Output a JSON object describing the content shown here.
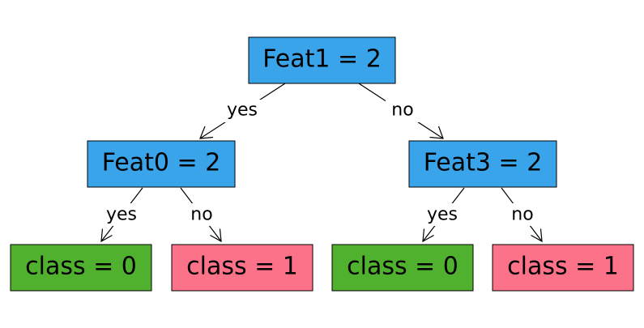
{
  "colors": {
    "decision": "#3aa4ea",
    "class_0": "#50b12f",
    "class_1": "#fb7289"
  },
  "nodes": [
    {
      "id": "root",
      "text": "Feat1 = 2",
      "kind": "decision"
    },
    {
      "id": "left",
      "text": "Feat0 = 2",
      "kind": "decision"
    },
    {
      "id": "right",
      "text": "Feat3 = 2",
      "kind": "decision"
    },
    {
      "id": "leaf-ll",
      "text": "class = 0",
      "kind": "class_0"
    },
    {
      "id": "leaf-lr",
      "text": "class = 1",
      "kind": "class_1"
    },
    {
      "id": "leaf-rl",
      "text": "class = 0",
      "kind": "class_0"
    },
    {
      "id": "leaf-rr",
      "text": "class = 1",
      "kind": "class_1"
    }
  ],
  "edges": [
    {
      "from": "root",
      "to": "left",
      "label": "yes"
    },
    {
      "from": "root",
      "to": "right",
      "label": "no"
    },
    {
      "from": "left",
      "to": "leaf-ll",
      "label": "yes"
    },
    {
      "from": "left",
      "to": "leaf-lr",
      "label": "no"
    },
    {
      "from": "right",
      "to": "leaf-rl",
      "label": "yes"
    },
    {
      "from": "right",
      "to": "leaf-rr",
      "label": "no"
    }
  ]
}
